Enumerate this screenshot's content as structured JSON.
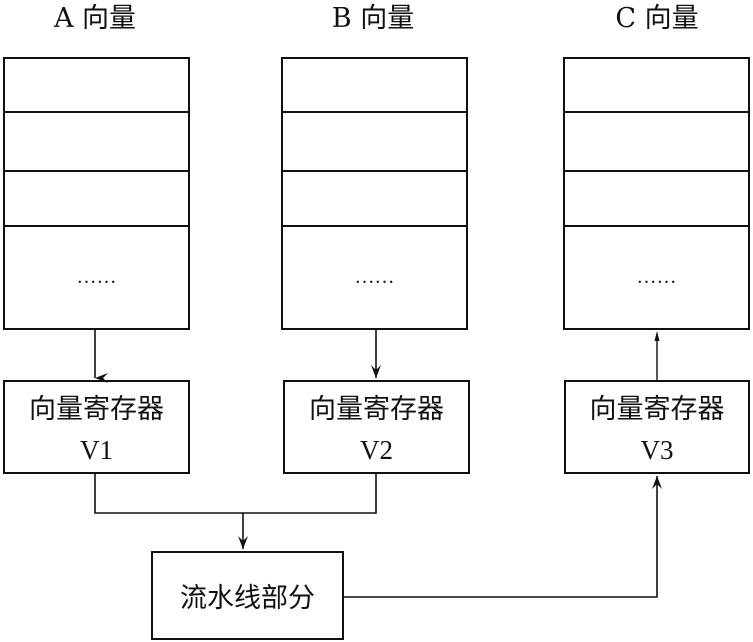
{
  "vectors": [
    {
      "title": "A 向量",
      "ellipsis": "……"
    },
    {
      "title": "B 向量",
      "ellipsis": "……"
    },
    {
      "title": "C 向量",
      "ellipsis": "……"
    }
  ],
  "registers": [
    {
      "label": "向量寄存器",
      "name": "V1"
    },
    {
      "label": "向量寄存器",
      "name": "V2"
    },
    {
      "label": "向量寄存器",
      "name": "V3"
    }
  ],
  "pipeline": {
    "label": "流水线部分"
  },
  "colors": {
    "line": "#111111",
    "background": "#ffffff"
  }
}
